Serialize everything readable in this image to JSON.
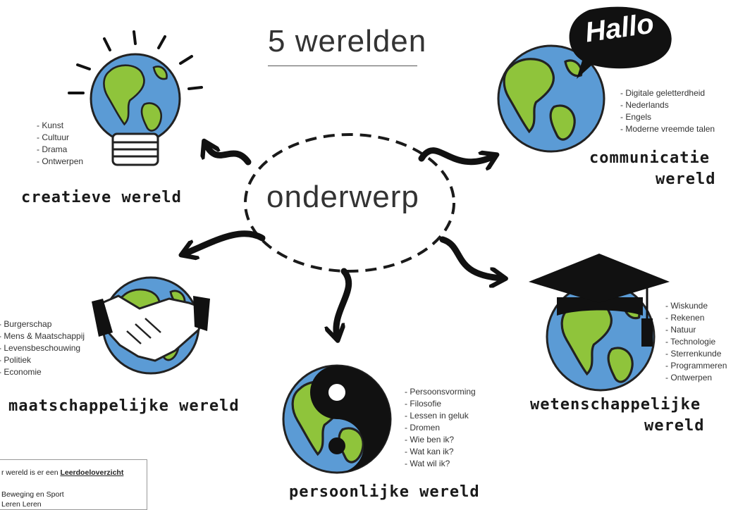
{
  "title": "5 werelden",
  "center_label": "onderwerp",
  "speech_bubble": "Hallo",
  "worlds": {
    "creatief": {
      "name": "creatieve wereld",
      "items": [
        "Kunst",
        "Cultuur",
        "Drama",
        "Ontwerpen"
      ]
    },
    "communicatie": {
      "name_line1": "communicatie",
      "name_line2": "wereld",
      "items": [
        "Digitale geletterdheid",
        "Nederlands",
        "Engels",
        "Moderne vreemde talen"
      ]
    },
    "maatschappelijk": {
      "name": "maatschappelijke wereld",
      "items": [
        "Burgerschap",
        "Mens & Maatschappij",
        "Levensbeschouwing",
        "Politiek",
        "Economie"
      ]
    },
    "persoonlijk": {
      "name": "persoonlijke wereld",
      "items": [
        "Persoonsvorming",
        "Filosofie",
        "Lessen in geluk",
        "Dromen",
        "Wie ben ik?",
        "Wat kan ik?",
        "Wat wil ik?"
      ]
    },
    "wetenschappelijk": {
      "name_line1": "wetenschappelijke",
      "name_line2": "wereld",
      "items": [
        "Wiskunde",
        "Rekenen",
        "Natuur",
        "Technologie",
        "Sterrenkunde",
        "Programmeren",
        "Ontwerpen"
      ]
    }
  },
  "note": {
    "prefix": "r wereld is er een",
    "link": "Leerdoeloverzicht",
    "line2": "Beweging en Sport",
    "line3": "Leren Leren"
  },
  "icons": [
    "lightbulb-globe-icon",
    "speech-bubble-globe-icon",
    "handshake-globe-icon",
    "yin-yang-globe-icon",
    "graduation-cap-globe-icon"
  ]
}
